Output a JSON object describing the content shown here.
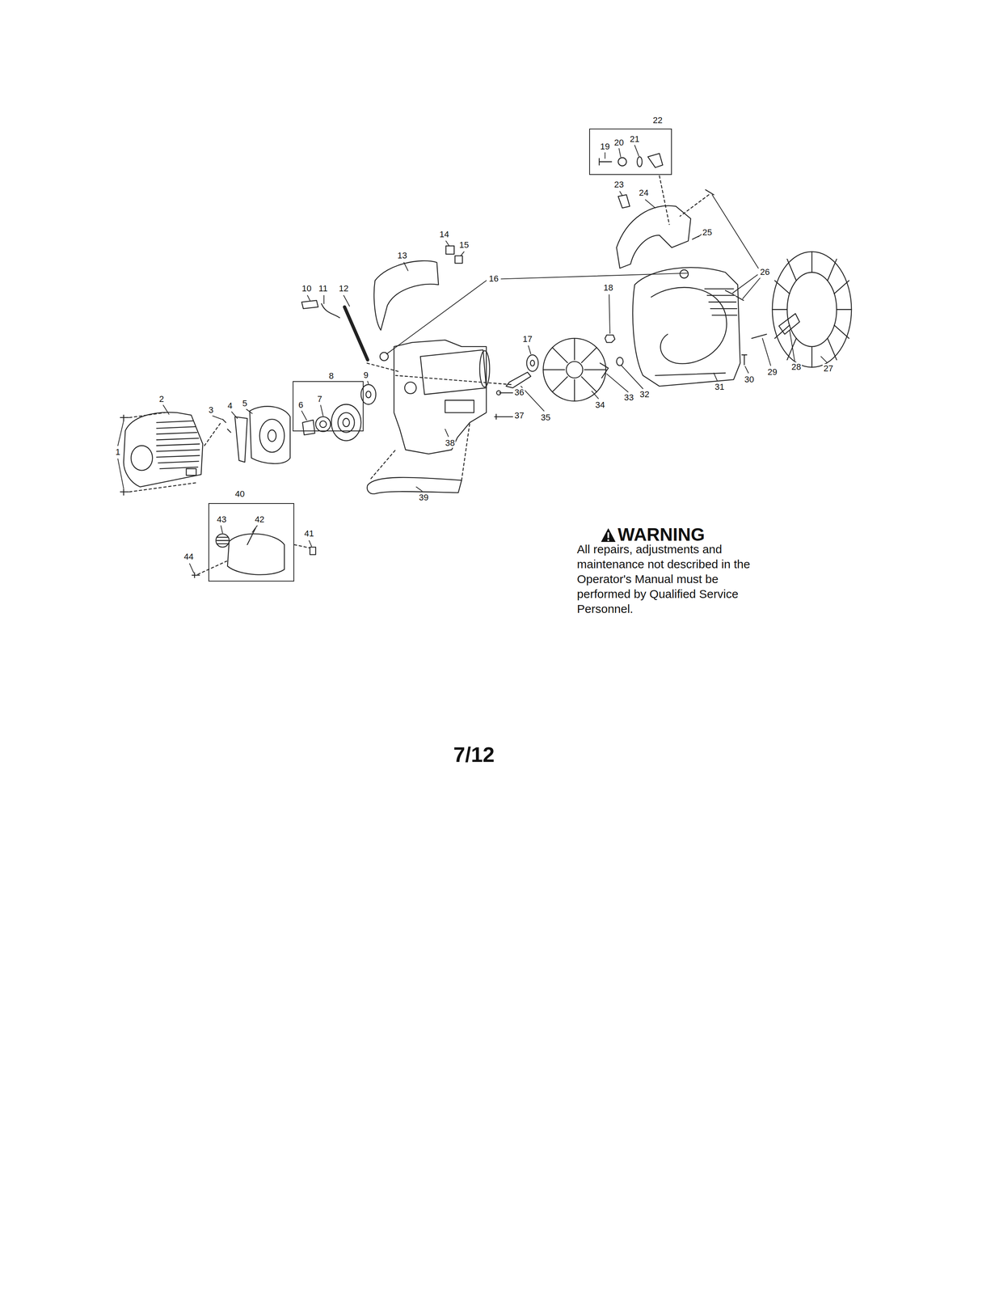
{
  "diagram": {
    "nodes": [
      {
        "text": [
          "22",
          "19",
          "20",
          "21"
        ]
      },
      {
        "text": [
          "8",
          "6",
          "7"
        ]
      },
      {
        "text": [
          "40",
          "43",
          "42"
        ]
      }
    ],
    "labels": [
      "1",
      "2",
      "3",
      "4",
      "5",
      "9",
      "10",
      "11",
      "12",
      "13",
      "14",
      "15",
      "16",
      "17",
      "18",
      "23",
      "24",
      "25",
      "26",
      "27",
      "28",
      "29",
      "30",
      "31",
      "32",
      "33",
      "34",
      "35",
      "36",
      "37",
      "38",
      "39",
      "41",
      "44",
      "WARNING",
      "All repairs, adjustments and maintenance not described in the Operator's Manual must be performed by Qualified Service Personnel.",
      "7/12"
    ]
  }
}
